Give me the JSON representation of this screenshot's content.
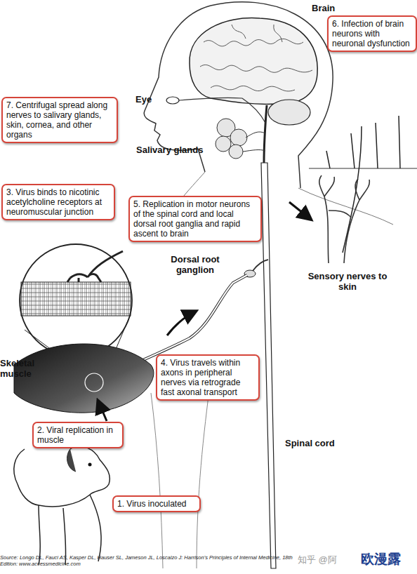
{
  "diagram": {
    "nodes": [
      {
        "text": [
          "6. Infection of brain neurons with neuronal dysfunction"
        ]
      },
      {
        "text": [
          "7. Centrifugal spread along nerves to salivary glands, skin, cornea, and other organs"
        ]
      },
      {
        "text": [
          "3. Virus binds to nicotinic acetylcholine receptors at neuromuscular junction"
        ]
      },
      {
        "text": [
          "5. Replication in motor neurons of the spinal cord and local dorsal root ganglia and rapid ascent to brain"
        ]
      },
      {
        "text": [
          "4. Virus travels within axons in peripheral nerves via retrograde fast axonal transport"
        ]
      },
      {
        "text": [
          "2. Viral replication in muscle"
        ]
      },
      {
        "text": [
          "1. Virus inoculated"
        ]
      }
    ],
    "labels": [
      "Brain",
      "Eye",
      "Salivary glands",
      "Dorsal root ganglion",
      "Skeletal muscle",
      "Sensory nerves to skin",
      "Spinal cord",
      "Source: Longo DL, Fauci AS, Kasper DL, Hauser SL, Jameson JL, Loscalzo J: Harrison's Principles of Internal Medicine, 18th Edition: www.accessmedicine.com",
      "知乎 @阿",
      "欧漫露"
    ]
  }
}
